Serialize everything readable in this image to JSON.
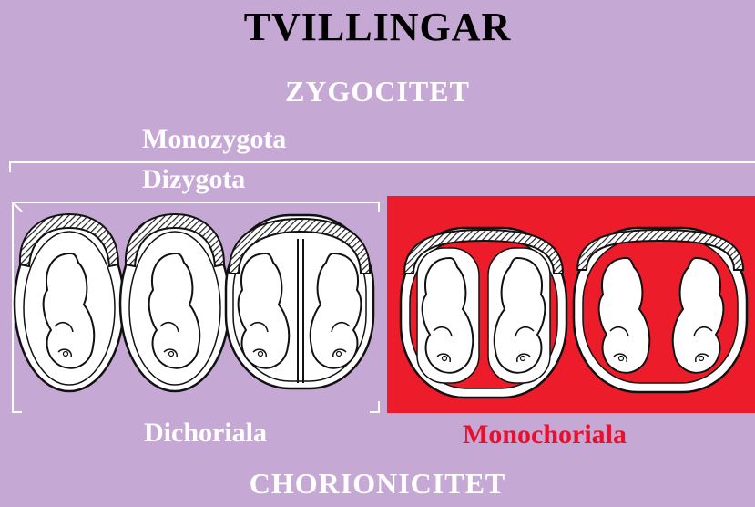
{
  "title": "TVILLINGAR",
  "zygocity_heading": "ZYGOCITET",
  "monozygota_label": "Monozygota",
  "dizygota_label": "Dizygota",
  "dichoriala_label": "Dichoriala",
  "monochoriala_label": "Monochoriala",
  "chorionicity_heading": "CHORIONICITET",
  "colors": {
    "background": "#c6a8d4",
    "monochorial_panel": "#ec1c2a",
    "monochorial_label": "#e8112d"
  },
  "figures": [
    {
      "name": "dichorial-separate-placentas",
      "sacs": 2
    },
    {
      "name": "dichorial-fused-placenta",
      "sacs": 2
    },
    {
      "name": "monochorial-diamniotic",
      "sacs": 2
    },
    {
      "name": "monochorial-monoamniotic",
      "sacs": 1
    }
  ]
}
